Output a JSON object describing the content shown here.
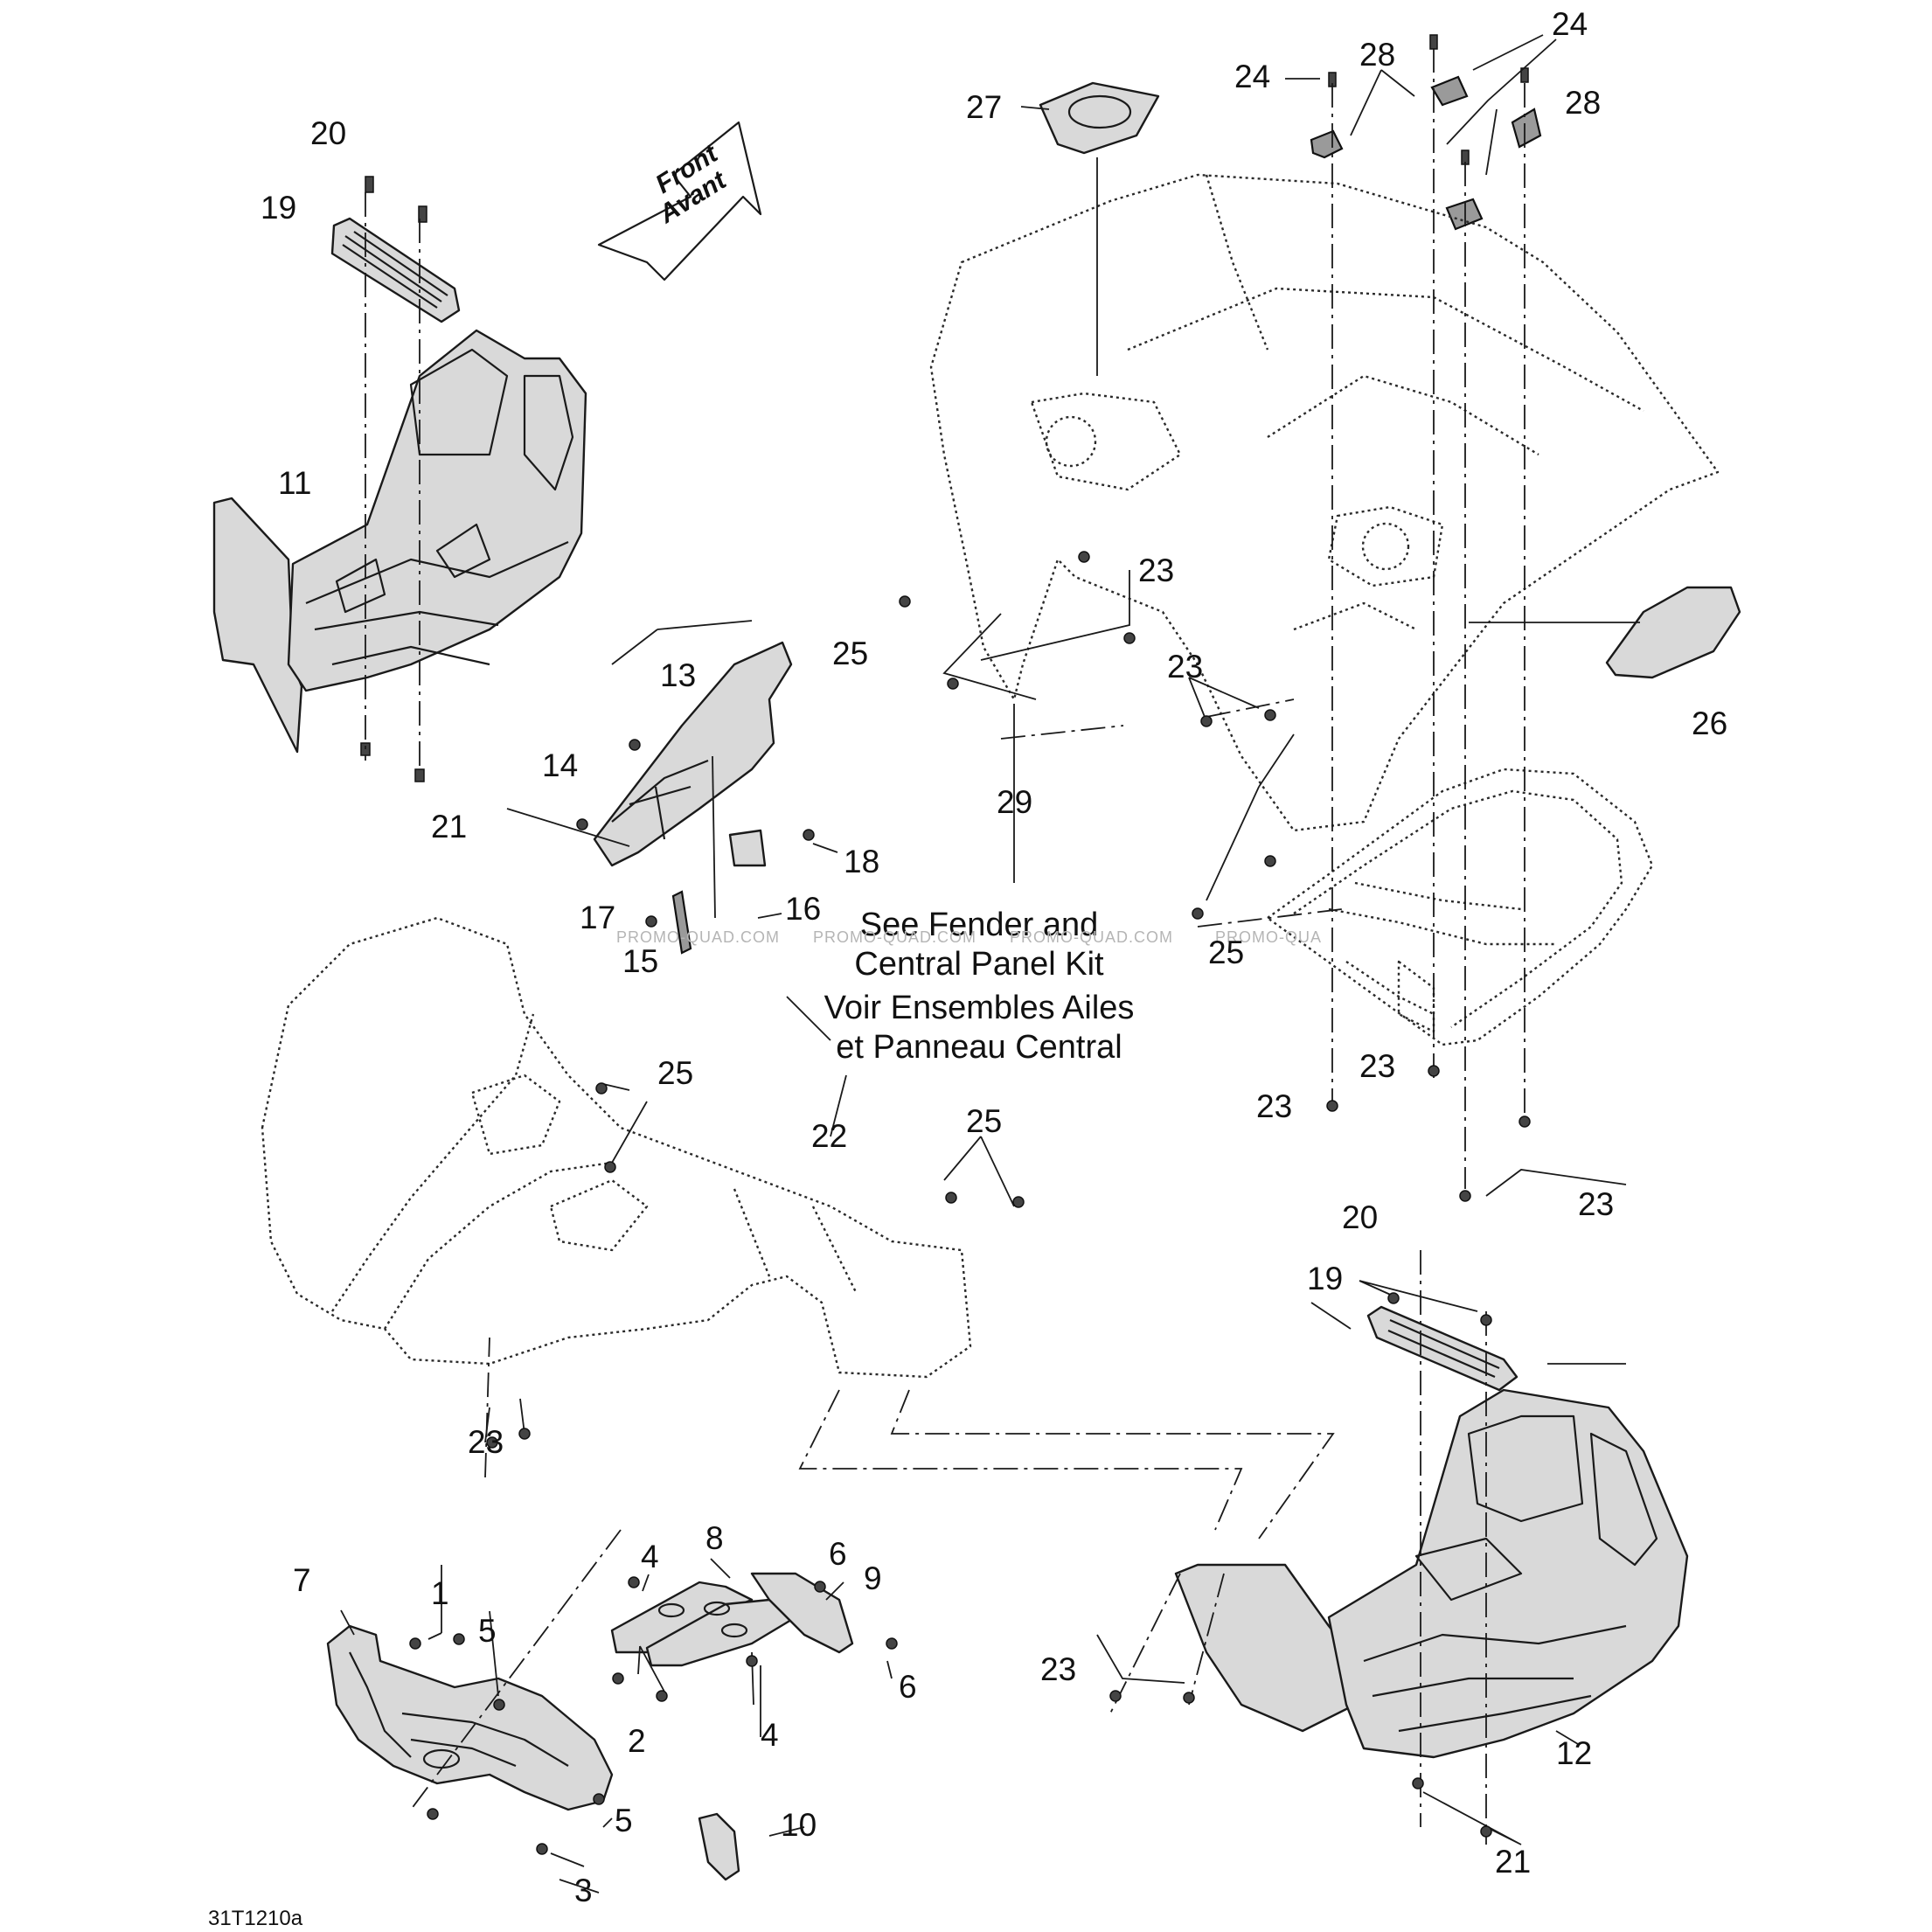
{
  "diagram": {
    "figure_id": "31T1210a",
    "direction_arrow": {
      "line1": "Front",
      "line2": "Avant",
      "icon": "left-arrow"
    },
    "note": {
      "en_line1": "See Fender and",
      "en_line2": "Central Panel Kit",
      "fr_line1": "Voir Ensembles Ailes",
      "fr_line2": "et Panneau Central"
    },
    "watermarks": [
      "PROMO-QUAD.COM",
      "PROMO-QUAD.COM",
      "PROMO-QUAD.COM",
      "PROMO-QUA"
    ],
    "callouts": {
      "c1": "1",
      "c2": "2",
      "c3": "3",
      "c4a": "4",
      "c4b": "4",
      "c5a": "5",
      "c5b": "5",
      "c6a": "6",
      "c6b": "6",
      "c7": "7",
      "c8": "8",
      "c9": "9",
      "c10": "10",
      "c11": "11",
      "c12": "12",
      "c13": "13",
      "c14": "14",
      "c15": "15",
      "c16": "16",
      "c17": "17",
      "c18": "18",
      "c19a": "19",
      "c19b": "19",
      "c20a": "20",
      "c20b": "20",
      "c21a": "21",
      "c21b": "21",
      "c22": "22",
      "c23a": "23",
      "c23b": "23",
      "c23c": "23",
      "c23d": "23",
      "c23e": "23",
      "c23f": "23",
      "c23g": "23",
      "c24a": "24",
      "c24b": "24",
      "c25a": "25",
      "c25b": "25",
      "c25c": "25",
      "c25d": "25",
      "c26": "26",
      "c27": "27",
      "c28a": "28",
      "c28b": "28",
      "c29": "29"
    }
  }
}
